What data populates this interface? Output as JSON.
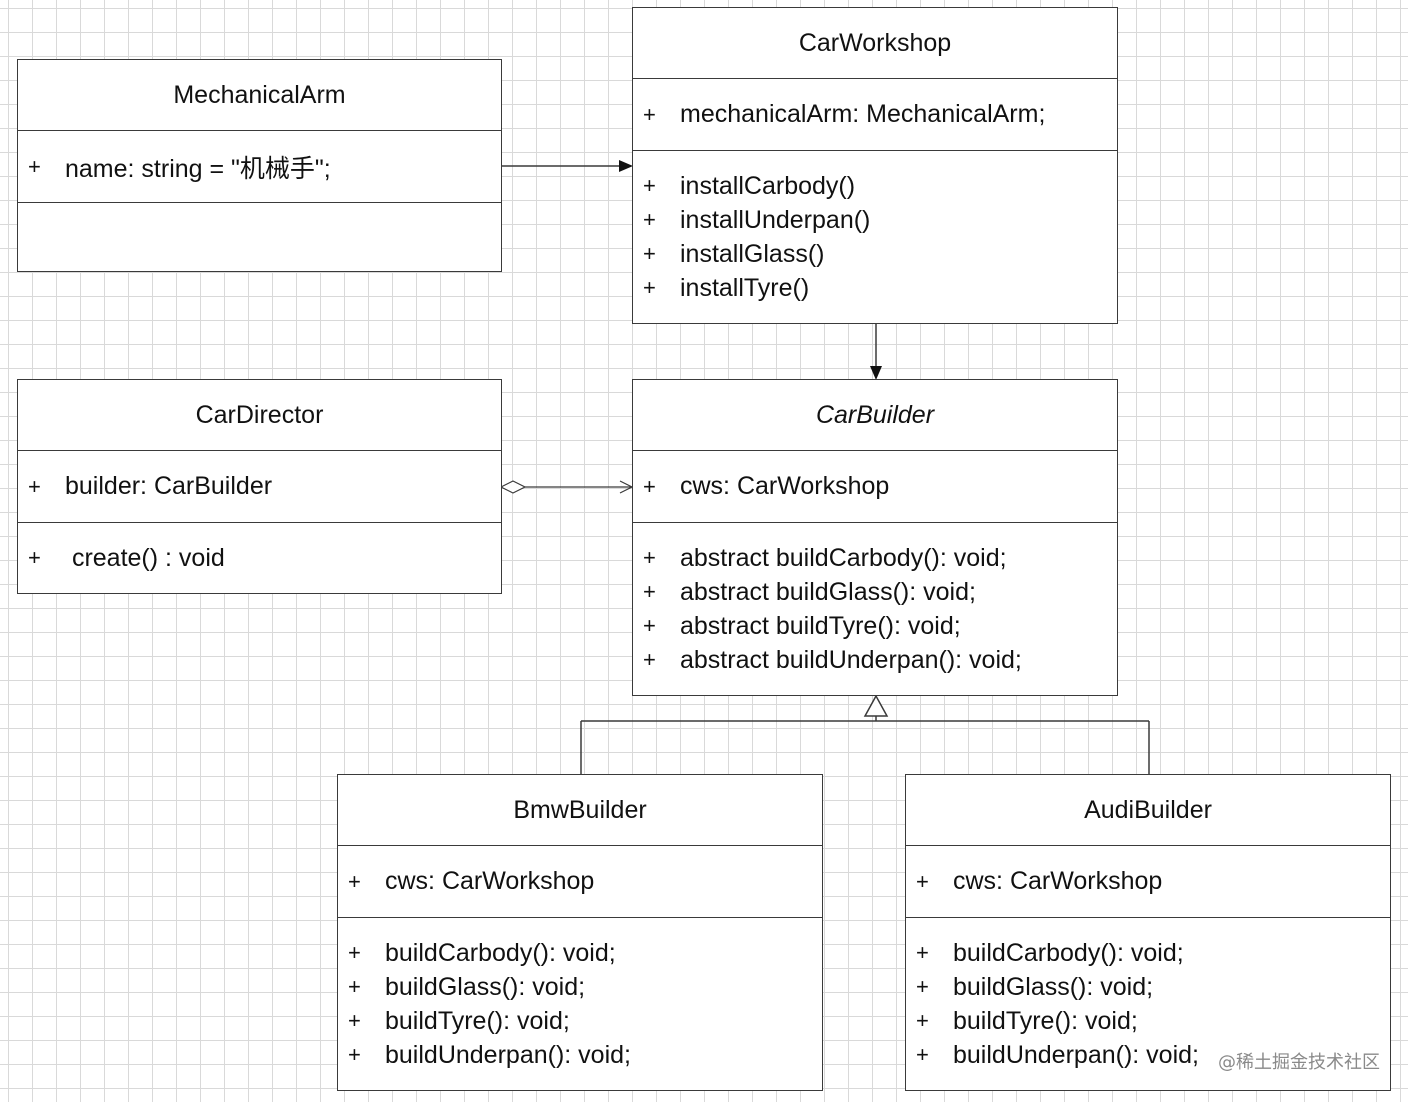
{
  "classes": {
    "mechanical_arm": {
      "name": "MechanicalArm",
      "attributes": [
        {
          "visibility": "+",
          "text": "name: string = \"机械手\";"
        }
      ],
      "methods": []
    },
    "car_workshop": {
      "name": "CarWorkshop",
      "attributes": [
        {
          "visibility": "+",
          "text": "mechanicalArm: MechanicalArm;"
        }
      ],
      "methods": [
        {
          "visibility": "+",
          "text": "installCarbody()"
        },
        {
          "visibility": "+",
          "text": "installUnderpan()"
        },
        {
          "visibility": "+",
          "text": "installGlass()"
        },
        {
          "visibility": "+",
          "text": "installTyre()"
        }
      ]
    },
    "car_director": {
      "name": "CarDirector",
      "attributes": [
        {
          "visibility": "+",
          "text": "builder: CarBuilder"
        }
      ],
      "methods": [
        {
          "visibility": "+",
          "text": " create() : void"
        }
      ]
    },
    "car_builder": {
      "name": "CarBuilder",
      "attributes": [
        {
          "visibility": "+",
          "text": "cws: CarWorkshop"
        }
      ],
      "methods": [
        {
          "visibility": "+",
          "text": "abstract buildCarbody(): void;"
        },
        {
          "visibility": "+",
          "text": "abstract buildGlass(): void;"
        },
        {
          "visibility": "+",
          "text": "abstract buildTyre(): void;"
        },
        {
          "visibility": "+",
          "text": "abstract buildUnderpan(): void;"
        }
      ]
    },
    "bmw_builder": {
      "name": "BmwBuilder",
      "attributes": [
        {
          "visibility": "+",
          "text": "cws: CarWorkshop"
        }
      ],
      "methods": [
        {
          "visibility": "+",
          "text": "buildCarbody(): void;"
        },
        {
          "visibility": "+",
          "text": "buildGlass(): void;"
        },
        {
          "visibility": "+",
          "text": "buildTyre(): void;"
        },
        {
          "visibility": "+",
          "text": "buildUnderpan(): void;"
        }
      ]
    },
    "audi_builder": {
      "name": "AudiBuilder",
      "attributes": [
        {
          "visibility": "+",
          "text": "cws: CarWorkshop"
        }
      ],
      "methods": [
        {
          "visibility": "+",
          "text": "buildCarbody(): void;"
        },
        {
          "visibility": "+",
          "text": "buildGlass(): void;"
        },
        {
          "visibility": "+",
          "text": "buildTyre(): void;"
        },
        {
          "visibility": "+",
          "text": "buildUnderpan(): void;"
        }
      ]
    }
  },
  "watermark": "@稀土掘金技术社区",
  "colors": {
    "line": "#3a3a3a",
    "grid": "#d9d9d9",
    "background": "#ffffff"
  }
}
